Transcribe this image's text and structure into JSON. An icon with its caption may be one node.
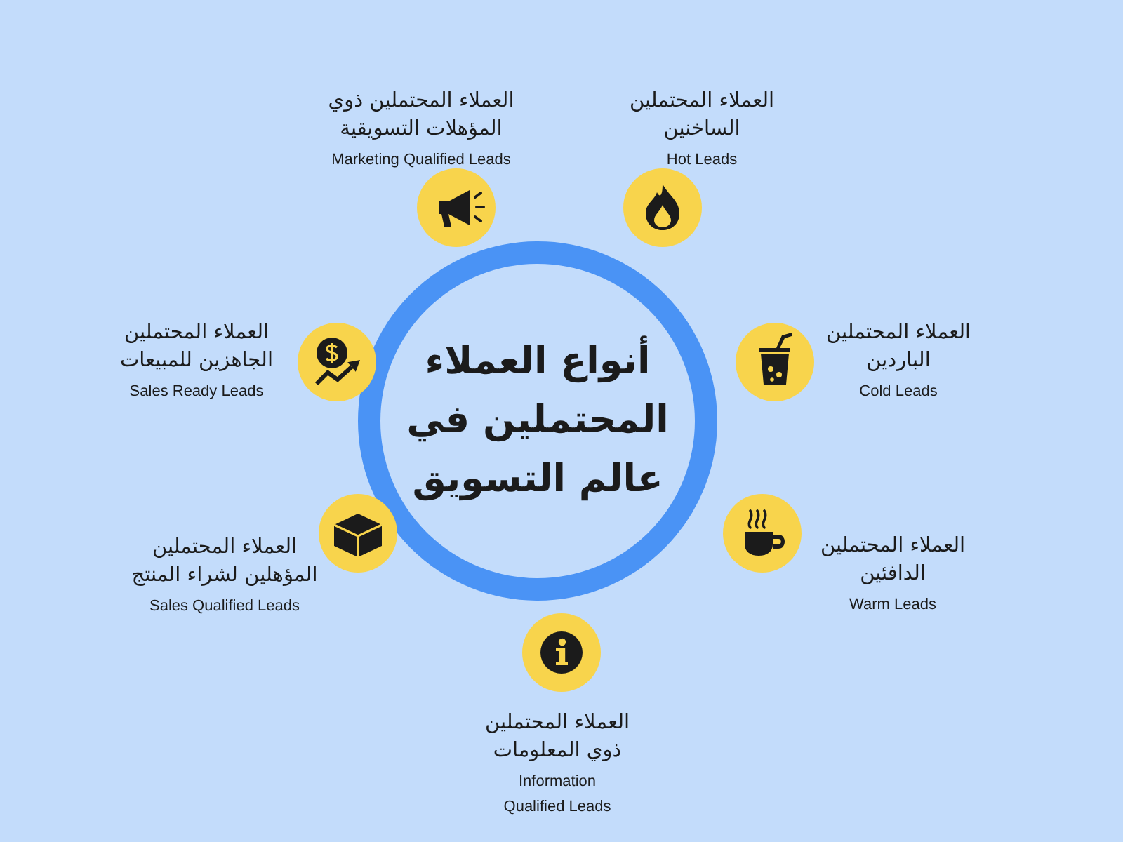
{
  "diagram": {
    "nodes": [
      {
        "text": [
          "أنواع العملاء المحتملين في عالم التسويق"
        ]
      },
      {
        "text": [],
        "shape": "circle",
        "beside": [
          "العملاء المحتملين ذوي المؤهلات التسويقية",
          "Marketing Qualified Leads"
        ]
      },
      {
        "text": [],
        "shape": "circle",
        "beside": [
          "العملاء المحتملين الساخنين",
          "Hot Leads"
        ]
      },
      {
        "text": [],
        "shape": "circle",
        "beside": [
          "العملاء المحتملين الباردين",
          "Cold Leads"
        ]
      },
      {
        "text": [],
        "shape": "circle",
        "beside": [
          "العملاء المحتملين الدافئين",
          "Warm Leads"
        ]
      },
      {
        "text": [],
        "shape": "circle",
        "beside": [
          "العملاء المحتملين ذوي المعلومات",
          "Information Qualified Leads"
        ]
      },
      {
        "text": [],
        "shape": "circle",
        "beside": [
          "العملاء المحتملين المؤهلين لشراء المنتج",
          "Sales Qualified Leads"
        ]
      },
      {
        "text": [],
        "shape": "circle",
        "beside": [
          "العملاء المحتملين الجاهزين للمبيعات",
          "Sales Ready Leads"
        ]
      }
    ]
  }
}
